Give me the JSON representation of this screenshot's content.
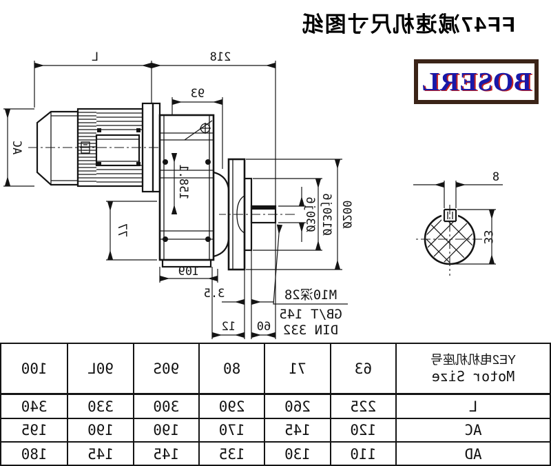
{
  "page": {
    "title": "FF47减速机尺寸图纸"
  },
  "logo": {
    "text": "BOSERL",
    "text_color": "#1818a8",
    "shadow_color": "#c22020",
    "border_color": "#3b2418"
  },
  "drawing": {
    "line_color": "#141414",
    "dimensions": {
      "motor_length": "L",
      "gear_unit_length": "218",
      "input_housing_width": "93",
      "motor_diameter": "AC",
      "center_height": "158.1",
      "lower_housing_height": "77",
      "housing_width": "109",
      "spigot_offset": "3.5",
      "flange_thickness": "12",
      "shaft_length": "60",
      "shaft_diameter": "Ø30j6",
      "spigot_diameter": "Ø130j6",
      "flange_diameter": "Ø200",
      "key_width": "8",
      "key_height": "33"
    },
    "note": {
      "line1": "M10深28",
      "line2": "GB/T 145",
      "line3": "DIN 332"
    }
  },
  "table": {
    "header": {
      "line1": "YE2电机机座号",
      "line2": "Motor Size"
    },
    "columns": [
      "63",
      "71",
      "80",
      "90S",
      "90L",
      "100"
    ],
    "rows": [
      {
        "label": "L",
        "values": [
          "225",
          "260",
          "290",
          "300",
          "330",
          "340"
        ]
      },
      {
        "label": "AC",
        "values": [
          "120",
          "145",
          "170",
          "190",
          "190",
          "195"
        ]
      },
      {
        "label": "AD",
        "values": [
          "110",
          "130",
          "135",
          "145",
          "145",
          "180"
        ]
      }
    ]
  }
}
